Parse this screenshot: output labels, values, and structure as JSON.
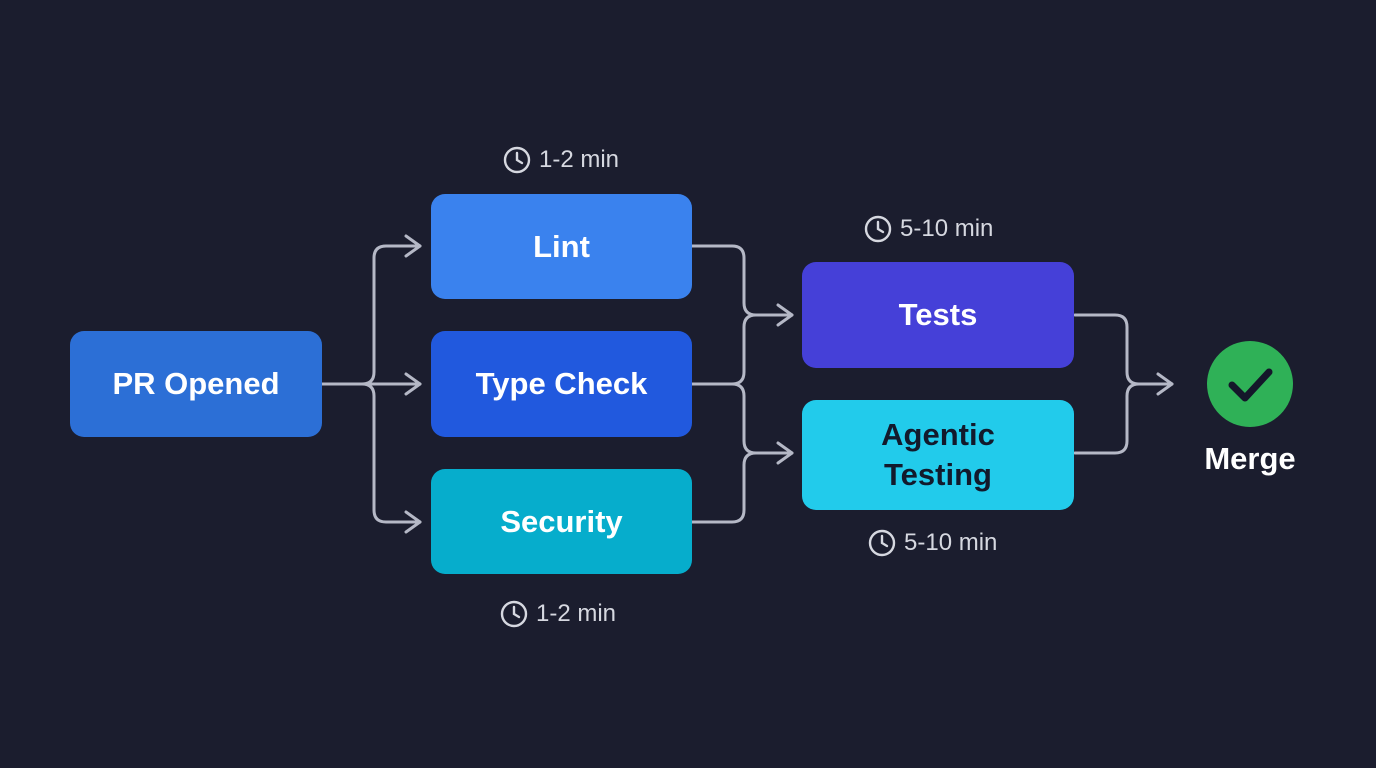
{
  "nodes": {
    "pr_opened": "PR Opened",
    "lint": "Lint",
    "type_check": "Type Check",
    "security": "Security",
    "tests": "Tests",
    "agentic_testing": "Agentic Testing",
    "merge": "Merge"
  },
  "timings": {
    "lint": "1-2 min",
    "security": "1-2 min",
    "tests": "5-10 min",
    "agentic_testing": "5-10 min"
  },
  "icons": {
    "timing": "clock-icon",
    "merge": "check-circle-icon"
  },
  "colors": {
    "background": "#1b1d2e",
    "pr_opened": "#2c6fd6",
    "lint": "#3a82ee",
    "type_check": "#2159de",
    "security": "#06adcc",
    "tests": "#4540d8",
    "agentic_testing": "#22cbeb",
    "merge": "#2fb157",
    "connector": "#b5b8c6"
  }
}
